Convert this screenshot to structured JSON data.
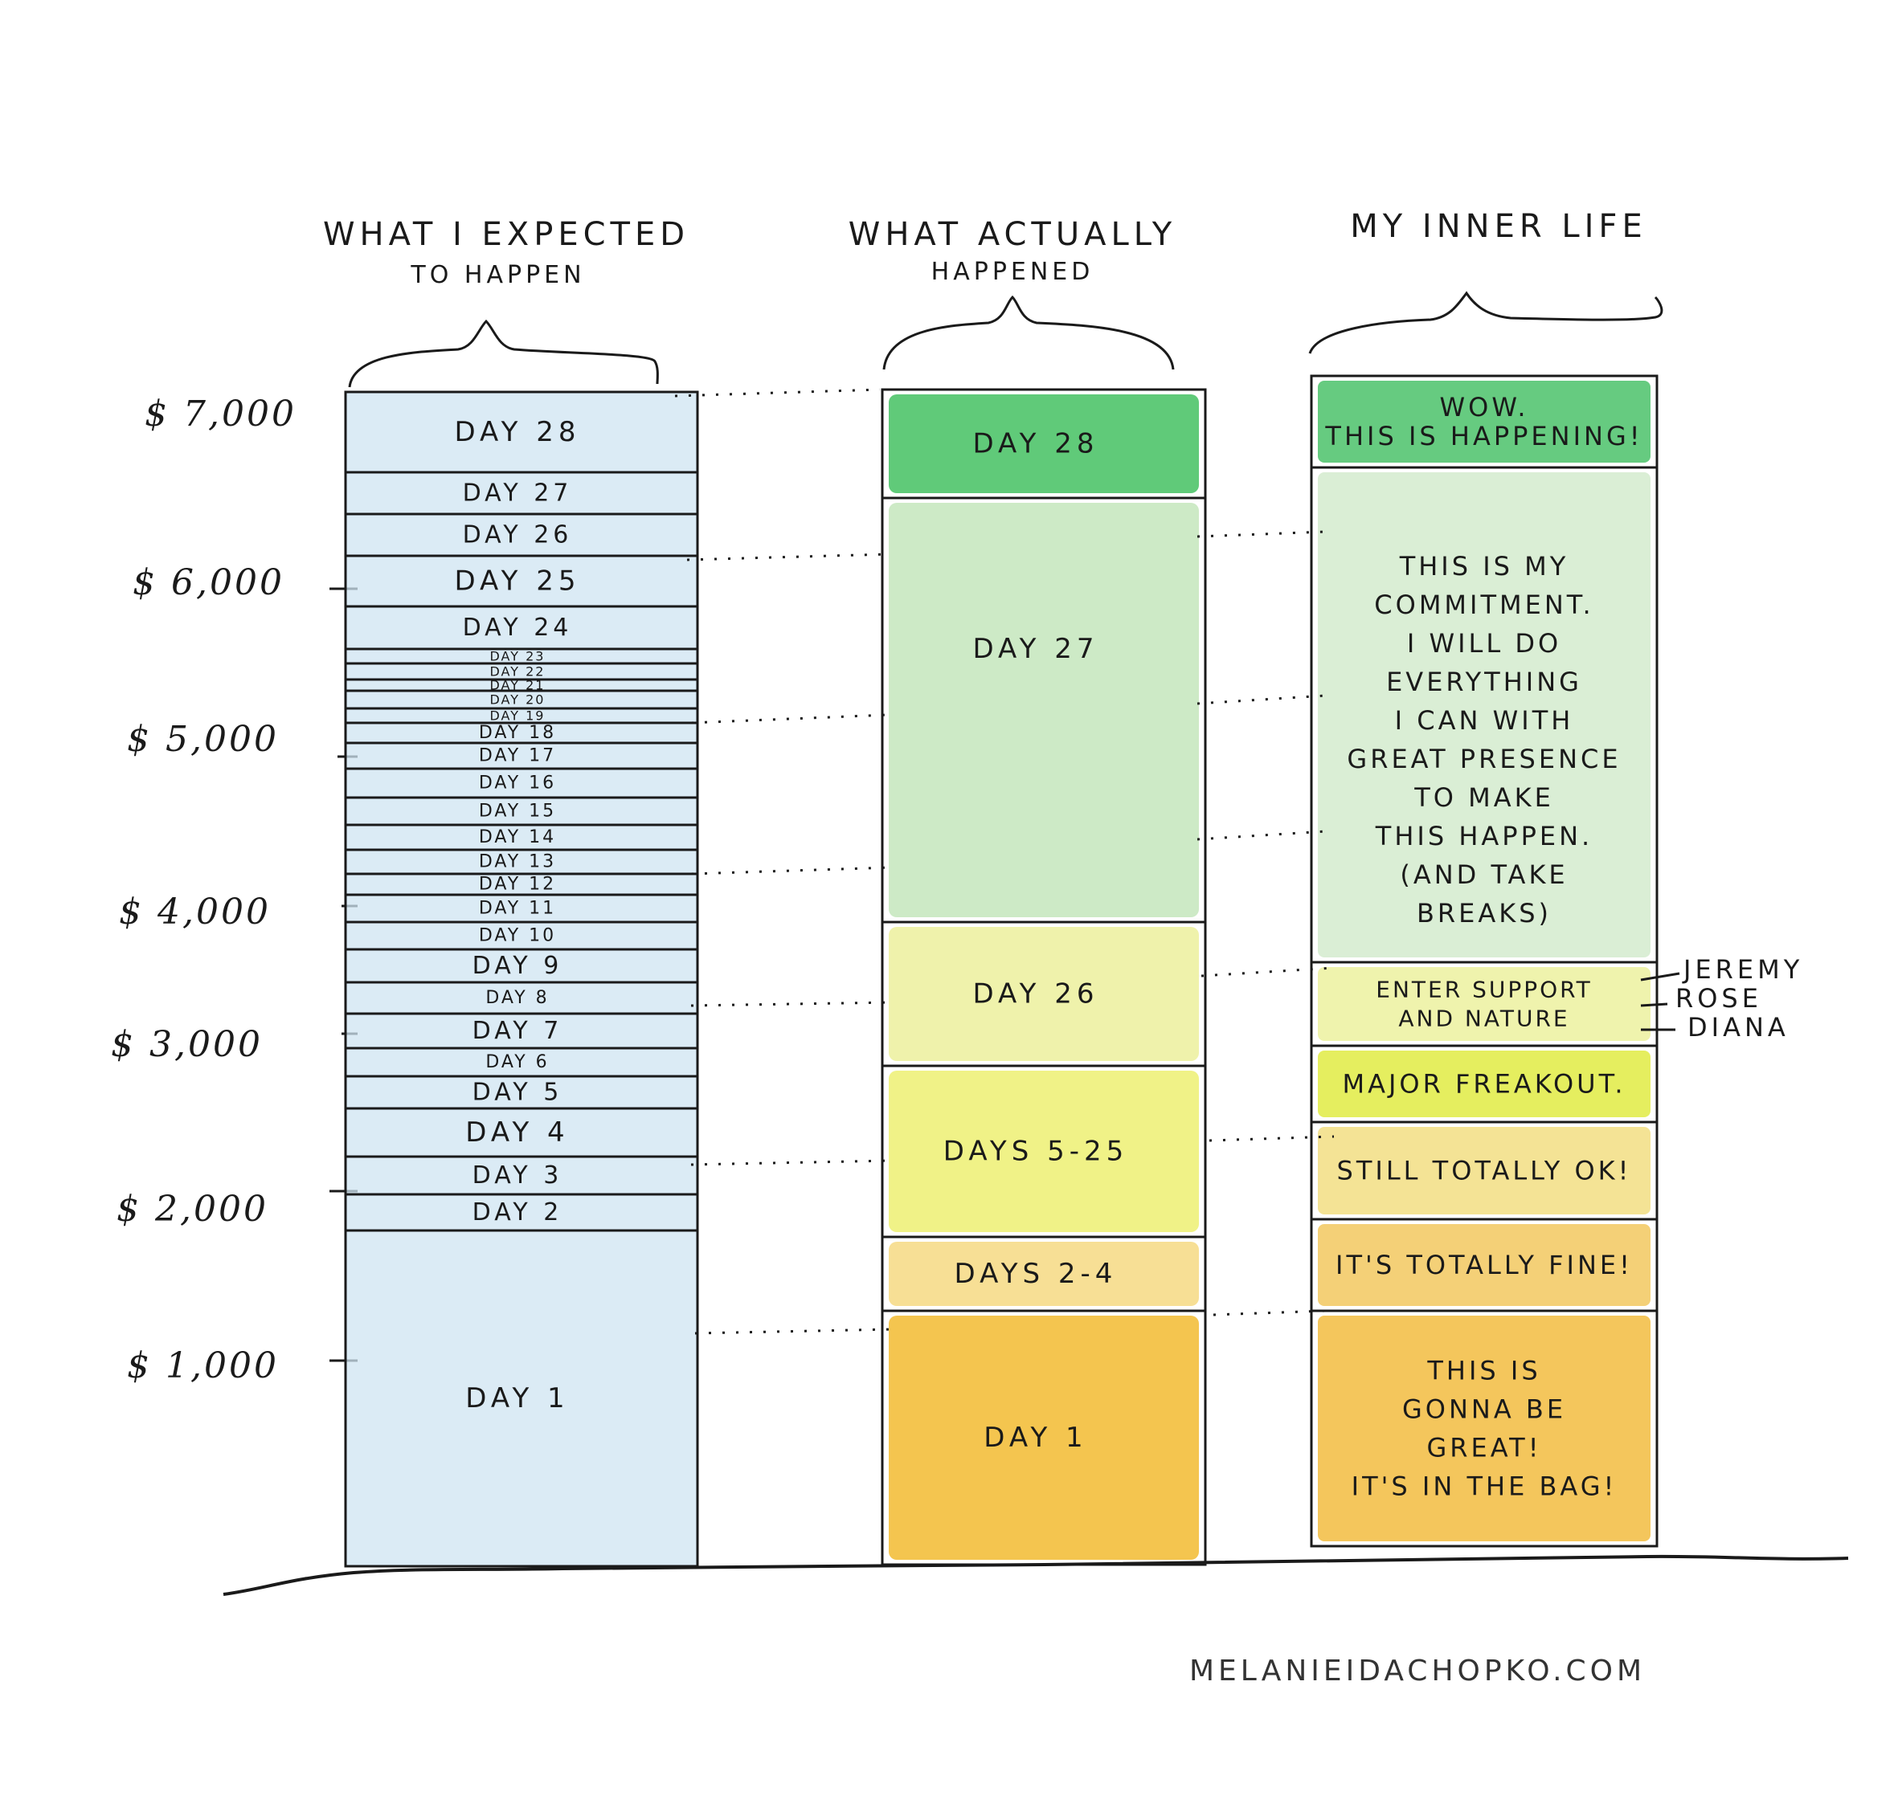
{
  "headers": {
    "expected": [
      "WHAT I EXPECTED",
      "TO HAPPEN"
    ],
    "actual": [
      "WHAT ACTUALLY",
      "HAPPENED"
    ],
    "inner": [
      "MY INNER LIFE"
    ]
  },
  "y_axis": {
    "ticks": [
      "$ 7,000",
      "$ 6,000",
      "$ 5,000",
      "$ 4,000",
      "$ 3,000",
      "$ 2,000",
      "$ 1,000"
    ]
  },
  "expected_column": {
    "color": "#cfe4f2",
    "segments": [
      {
        "label": "DAY 28"
      },
      {
        "label": "DAY 27"
      },
      {
        "label": "DAY 26"
      },
      {
        "label": "DAY 25"
      },
      {
        "label": "DAY 24"
      },
      {
        "label": "DAY 23"
      },
      {
        "label": "DAY 22"
      },
      {
        "label": "DAY 21"
      },
      {
        "label": "DAY 20"
      },
      {
        "label": "DAY 19"
      },
      {
        "label": "DAY 18"
      },
      {
        "label": "DAY 17"
      },
      {
        "label": "DAY 16"
      },
      {
        "label": "DAY 15"
      },
      {
        "label": "DAY 14"
      },
      {
        "label": "DAY 13"
      },
      {
        "label": "DAY 12"
      },
      {
        "label": "DAY 11"
      },
      {
        "label": "DAY 10"
      },
      {
        "label": "DAY 9"
      },
      {
        "label": "DAY 8"
      },
      {
        "label": "DAY 7"
      },
      {
        "label": "DAY 6"
      },
      {
        "label": "DAY 5"
      },
      {
        "label": "DAY 4"
      },
      {
        "label": "DAY 3"
      },
      {
        "label": "DAY 2"
      },
      {
        "label": "DAY 1"
      }
    ]
  },
  "actual_column": {
    "segments": [
      {
        "label": "DAY 28",
        "color": "#4fc46a"
      },
      {
        "label": "DAY 27",
        "color": "#c8e8c0"
      },
      {
        "label": "DAY 26",
        "color": "#edf1a2"
      },
      {
        "label": "DAYS 5-25",
        "color": "#eef17a"
      },
      {
        "label": "DAYS 2-4",
        "color": "#f6dc8a"
      },
      {
        "label": "DAY 1",
        "color": "#f3bf3c"
      }
    ]
  },
  "inner_column": {
    "segments": [
      {
        "lines": [
          "WOW.",
          "THIS IS HAPPENING!"
        ],
        "color": "#55c572"
      },
      {
        "lines": [
          "THIS IS MY",
          "COMMITMENT.",
          "I WILL DO",
          "EVERYTHING",
          "I CAN WITH",
          "GREAT PRESENCE",
          "TO MAKE",
          "THIS HAPPEN.",
          "(AND TAKE",
          "BREAKS)"
        ],
        "color": "#d6ecd0"
      },
      {
        "lines": [
          "ENTER SUPPORT",
          "AND NATURE"
        ],
        "color": "#edf2a4"
      },
      {
        "lines": [
          "MAJOR FREAKOUT."
        ],
        "color": "#e2ec4e"
      },
      {
        "lines": [
          "STILL TOTALLY OK!"
        ],
        "color": "#f3e08a"
      },
      {
        "lines": [
          "IT'S TOTALLY FINE!"
        ],
        "color": "#f3cb68"
      },
      {
        "lines": [
          "THIS IS",
          "GONNA BE",
          "GREAT!",
          "IT'S IN THE BAG!"
        ],
        "color": "#f3c04a"
      }
    ],
    "support_names": [
      "JEREMY",
      "ROSE",
      "DIANA"
    ]
  },
  "credit": "MELANIEIDACHOPKO.COM"
}
